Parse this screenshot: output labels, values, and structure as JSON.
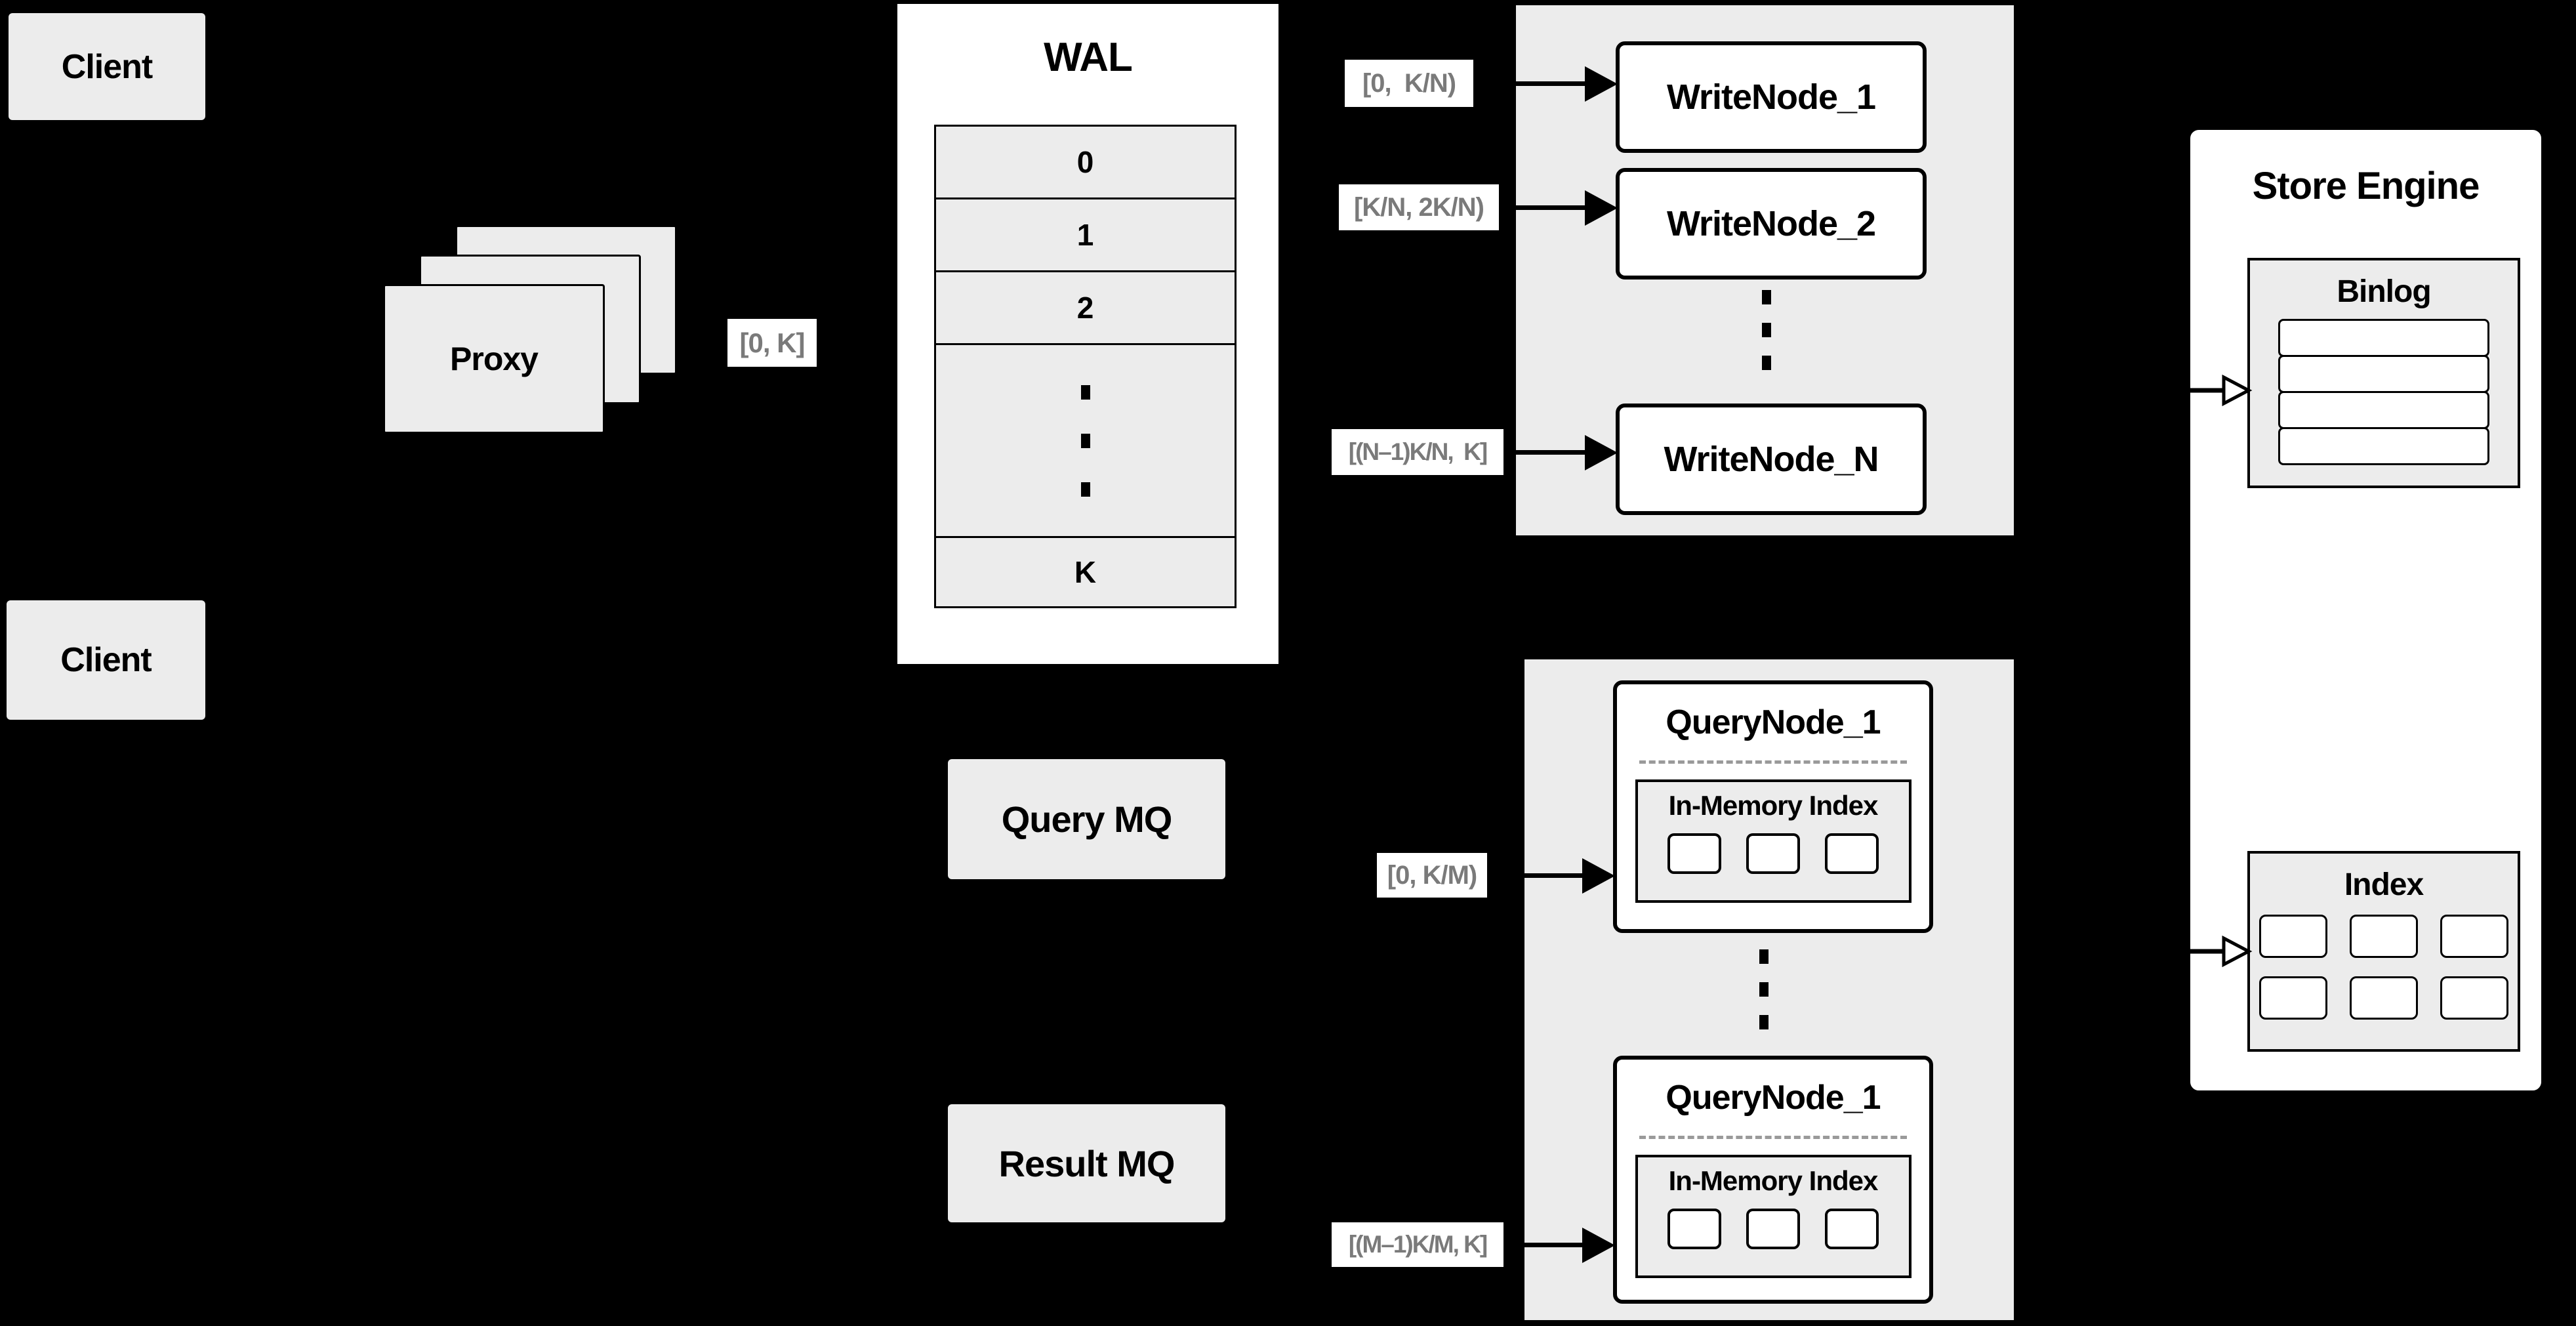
{
  "colors": {
    "background": "#000000",
    "panel_gray": "#ececec",
    "box_white": "#ffffff",
    "line_black": "#000000",
    "chip_text": "#7a7a7a",
    "dash_gray": "#9a9a9a"
  },
  "clients": {
    "top": "Client",
    "bottom": "Client"
  },
  "proxy": {
    "label": "Proxy"
  },
  "wal": {
    "title": "WAL",
    "cells": [
      "0",
      "1",
      "2",
      "K"
    ]
  },
  "chips": {
    "proxy_range": "[0, K]",
    "write_node_1": "[0,  K/N)",
    "write_node_2": "[K/N, 2K/N)",
    "write_node_n": "[(N–1)K/N,  K]",
    "query_node_1": "[0, K/M)",
    "query_node_m": "[(M–1)K/M, K]"
  },
  "write_nodes": {
    "node_1": "WriteNode_1",
    "node_2": "WriteNode_2",
    "node_n": "WriteNode_N"
  },
  "query_nodes": {
    "top": {
      "title": "QueryNode_1",
      "index_title": "In-Memory Index"
    },
    "bottom": {
      "title": "QueryNode_1",
      "index_title": "In-Memory Index"
    }
  },
  "mq": {
    "query": "Query MQ",
    "result": "Result MQ"
  },
  "store_engine": {
    "title": "Store Engine",
    "binlog": {
      "title": "Binlog",
      "rows": 4
    },
    "index": {
      "title": "Index",
      "cells": 6
    }
  },
  "layout": {
    "ellipsis_dots": 3,
    "memory_cells": 3
  }
}
